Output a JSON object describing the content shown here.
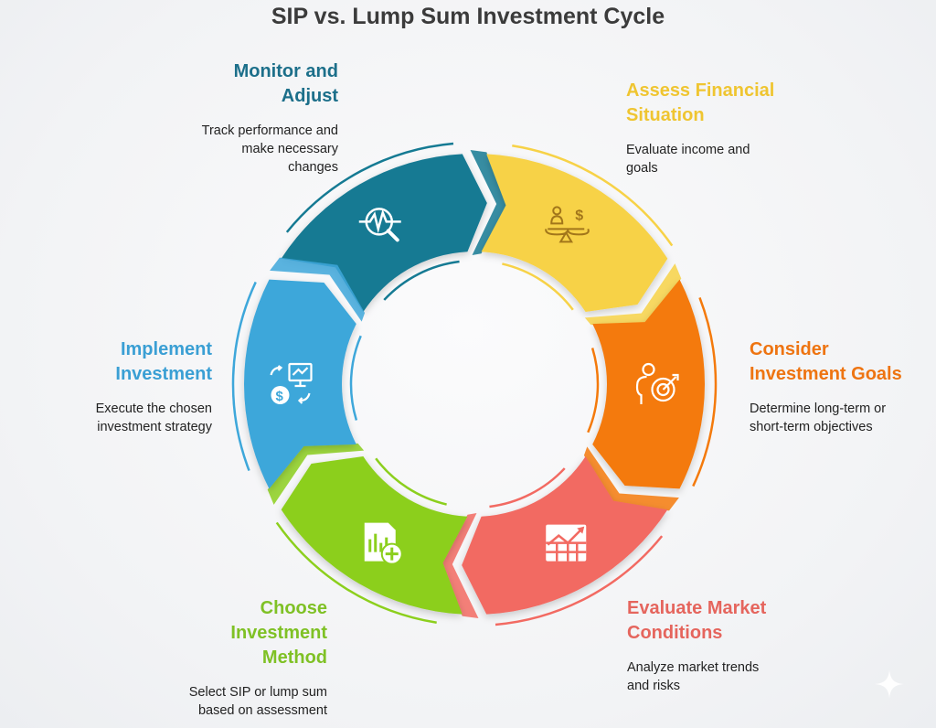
{
  "title": "SIP vs. Lump Sum Investment Cycle",
  "steps": [
    {
      "title_lines": [
        "Monitor and",
        "Adjust"
      ],
      "desc_lines": [
        "Track performance and",
        "make necessary",
        "changes"
      ],
      "color": "#157a93",
      "icon": "monitor-analysis-icon"
    },
    {
      "title_lines": [
        "Assess Financial",
        "Situation"
      ],
      "desc_lines": [
        "Evaluate income and",
        "goals"
      ],
      "color": "#f7d247",
      "icon": "balance-scale-icon"
    },
    {
      "title_lines": [
        "Consider",
        "Investment Goals"
      ],
      "desc_lines": [
        "Determine long-term or",
        "short-term objectives"
      ],
      "color": "#f47a0c",
      "icon": "target-person-icon"
    },
    {
      "title_lines": [
        "Evaluate Market",
        "Conditions"
      ],
      "desc_lines": [
        "Analyze market trends",
        "and risks"
      ],
      "color": "#f26a62",
      "icon": "market-chart-icon"
    },
    {
      "title_lines": [
        "Choose",
        "Investment",
        "Method"
      ],
      "desc_lines": [
        "Select SIP or lump sum",
        "based on assessment"
      ],
      "color": "#8ccf1d",
      "icon": "document-add-icon"
    },
    {
      "title_lines": [
        "Implement",
        "Investment"
      ],
      "desc_lines": [
        "Execute the chosen",
        "investment strategy"
      ],
      "color": "#3ea7da",
      "icon": "invest-exchange-icon"
    }
  ],
  "title_colors": [
    "#1c6f8a",
    "#efc531",
    "#ee7411",
    "#e5655d",
    "#7fc125",
    "#3a9fd4"
  ]
}
